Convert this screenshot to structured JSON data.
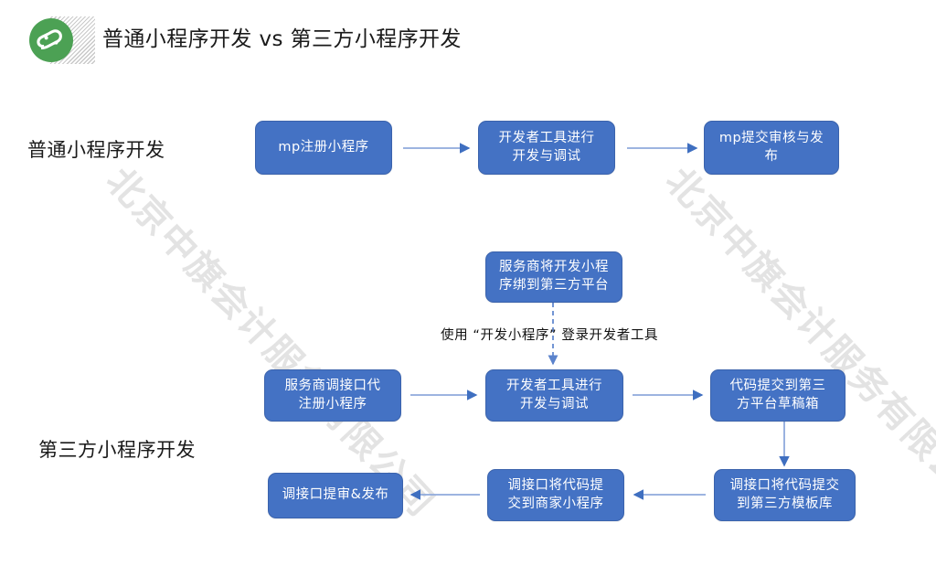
{
  "header": {
    "title": "普通小程序开发 vs 第三方小程序开发",
    "logo_icon": "wechat-miniprogram-logo-icon"
  },
  "watermark": {
    "text": "北京中旗会计服务有限公司",
    "color": "#cdcdcd"
  },
  "colors": {
    "node_fill": "#4472c4",
    "node_border": "#3b63ac",
    "node_text": "#ffffff",
    "arrow": "#4472c4",
    "arrow_line": "#8faadc",
    "text": "#1a1a1a",
    "logo_green": "#4ca154"
  },
  "sections": [
    {
      "id": "normal",
      "label": "普通小程序开发"
    },
    {
      "id": "third-party",
      "label": "第三方小程序开发"
    }
  ],
  "nodes": [
    {
      "id": "mp-register",
      "line1": "mp注册小程序",
      "line2": ""
    },
    {
      "id": "devtool-dev-1",
      "line1": "开发者工具进行",
      "line2": "开发与调试"
    },
    {
      "id": "mp-submit-publish",
      "line1": "mp提交审核与发",
      "line2": "布"
    },
    {
      "id": "bind-third-party",
      "line1": "服务商将开发小程",
      "line2": "序绑到第三方平台"
    },
    {
      "id": "isv-register",
      "line1": "服务商调接口代",
      "line2": "注册小程序"
    },
    {
      "id": "devtool-dev-2",
      "line1": "开发者工具进行",
      "line2": "开发与调试"
    },
    {
      "id": "code-to-draft",
      "line1": "代码提交到第三",
      "line2": "方平台草稿箱"
    },
    {
      "id": "code-to-template",
      "line1": "调接口将代码提交",
      "line2": "到第三方模板库"
    },
    {
      "id": "code-to-merchant",
      "line1": "调接口将代码提",
      "line2": "交到商家小程序"
    },
    {
      "id": "submit-review",
      "line1": "调接口提审&发布",
      "line2": ""
    }
  ],
  "caption": {
    "mid_flow": "使用 “开发小程序” 登录开发者工具"
  },
  "arrows": [
    {
      "id": "a1",
      "from": "mp-register",
      "to": "devtool-dev-1",
      "style": "solid",
      "direction": "right"
    },
    {
      "id": "a2",
      "from": "devtool-dev-1",
      "to": "mp-submit-publish",
      "style": "solid",
      "direction": "right"
    },
    {
      "id": "a3",
      "from": "bind-third-party",
      "to": "devtool-dev-2",
      "style": "dashed",
      "direction": "down"
    },
    {
      "id": "a4",
      "from": "isv-register",
      "to": "devtool-dev-2",
      "style": "solid",
      "direction": "right"
    },
    {
      "id": "a5",
      "from": "devtool-dev-2",
      "to": "code-to-draft",
      "style": "solid",
      "direction": "right"
    },
    {
      "id": "a6",
      "from": "code-to-draft",
      "to": "code-to-template",
      "style": "solid",
      "direction": "down"
    },
    {
      "id": "a7",
      "from": "code-to-template",
      "to": "code-to-merchant",
      "style": "solid",
      "direction": "left"
    },
    {
      "id": "a8",
      "from": "code-to-merchant",
      "to": "submit-review",
      "style": "solid",
      "direction": "left"
    }
  ]
}
